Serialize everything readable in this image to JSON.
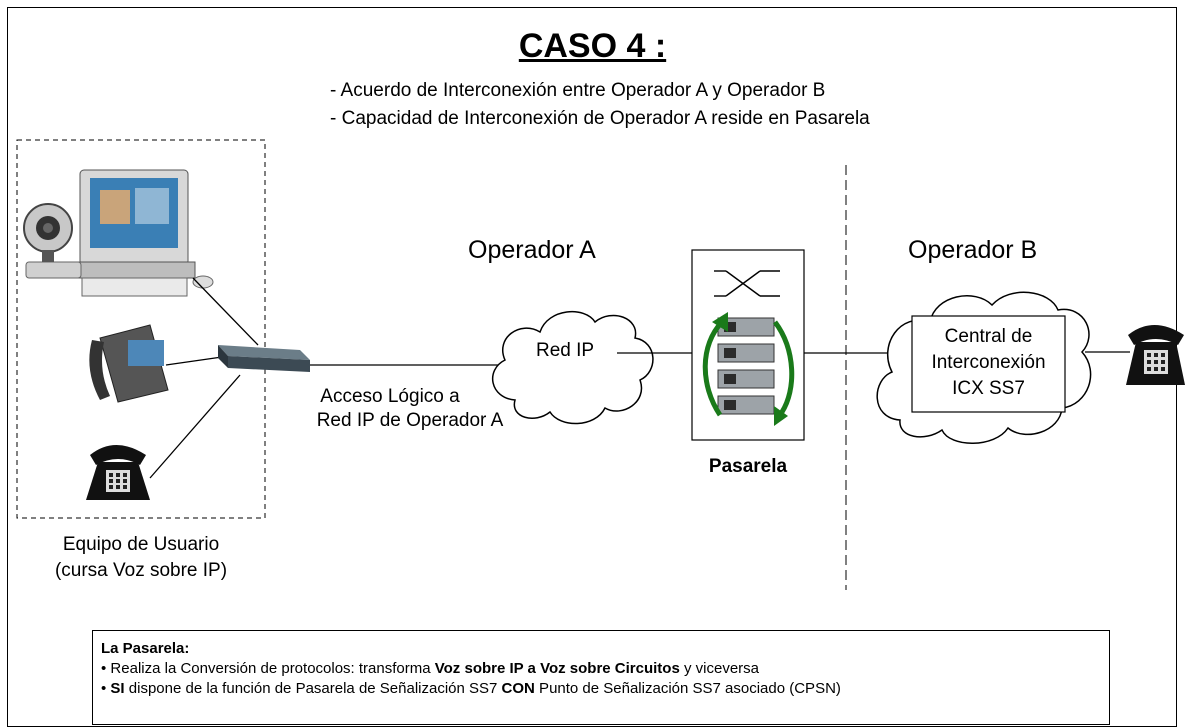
{
  "title": "CASO 4 :",
  "subtitle_lines": [
    "- Acuerdo de Interconexión entre Operador A y Operador B",
    "- Capacidad de Interconexión de Operador A reside en Pasarela"
  ],
  "operators": {
    "a": "Operador A",
    "b": "Operador B"
  },
  "labels": {
    "red_ip": "Red IP",
    "access_line1": "Acceso Lógico a",
    "access_line2": "Red IP de Operador A",
    "pasarela": "Pasarela",
    "central_line1": "Central de",
    "central_line2": "Interconexión",
    "central_line3": "ICX SS7",
    "user_line1": "Equipo de Usuario",
    "user_line2": "(cursa Voz sobre IP)"
  },
  "note": {
    "heading": "La Pasarela:",
    "line1": {
      "bullet": "• ",
      "p1": "Realiza la Conversión de protocolos: transforma ",
      "b1": "Voz sobre IP a Voz sobre Circuitos",
      "p2": " y viceversa"
    },
    "line2": {
      "bullet": "• ",
      "b1": "SI",
      "p1": " dispone de la función de Pasarela de Señalización SS7 ",
      "b2": "CON",
      "p2": " Punto de Señalización SS7 asociado (CPSN)"
    }
  },
  "colors": {
    "arrow": "#1a7a1a",
    "line": "#000000"
  }
}
